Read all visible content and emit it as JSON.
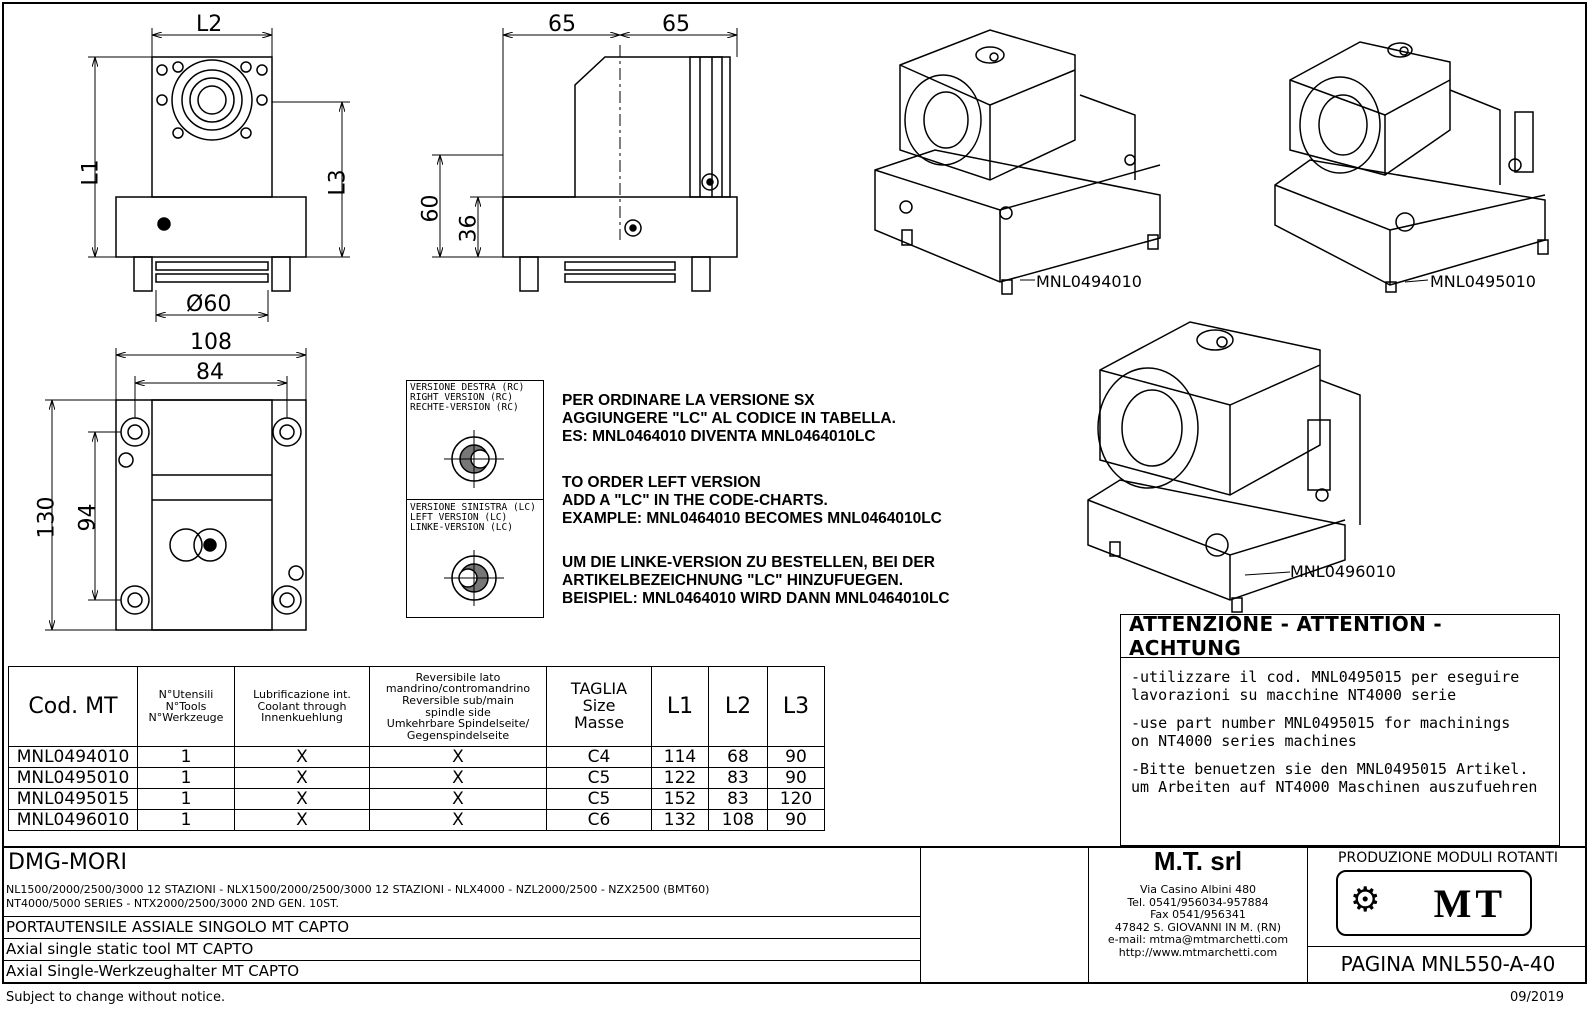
{
  "dimensions": {
    "l2": "L2",
    "l1": "L1",
    "l3": "L3",
    "d60": "Ø60",
    "w65a": "65",
    "w65b": "65",
    "h60": "60",
    "h36": "36",
    "w108": "108",
    "w84": "84",
    "h130": "130",
    "h94": "94"
  },
  "iso_labels": {
    "a": "MNL0494010",
    "b": "MNL0495010",
    "c": "MNL0496010"
  },
  "version_box": {
    "right": "VERSIONE DESTRA (RC)\nRIGHT VERSION (RC)\nRECHTE-VERSION (RC)",
    "left": "VERSIONE SINISTRA (LC)\nLEFT VERSION (LC)\nLINKE-VERSION (LC)"
  },
  "order_text": {
    "it": "PER ORDINARE LA VERSIONE SX\nAGGIUNGERE \"LC\" AL CODICE IN TABELLA.\nES: MNL0464010 DIVENTA MNL0464010LC",
    "en": "TO ORDER LEFT VERSION\nADD A \"LC\" IN THE CODE-CHARTS.\nEXAMPLE: MNL0464010 BECOMES MNL0464010LC",
    "de": "UM DIE LINKE-VERSION ZU BESTELLEN, BEI DER\nARTIKELBEZEICHNUNG \"LC\" HINZUFUEGEN.\nBEISPIEL: MNL0464010 WIRD DANN MNL0464010LC"
  },
  "attention": {
    "title": "ATTENZIONE - ATTENTION - ACHTUNG",
    "it": "-utilizzare il cod. MNL0495015 per eseguire\n lavorazioni su macchine NT4000 serie",
    "en": "-use part number MNL0495015 for machinings\n on NT4000 series machines",
    "de": "-Bitte benuetzen sie den MNL0495015 Artikel.\n um Arbeiten auf NT4000 Maschinen auszufuehren"
  },
  "table": {
    "headers": {
      "code": "Cod. MT",
      "tools": "N°Utensili\nN°Tools\nN°Werkzeuge",
      "coolant": "Lubrificazione int.\nCoolant through\nInnenkuehlung",
      "reversible": "Reversibile lato\nmandrino/contromandrino\nReversible sub/main\nspindle side\nUmkehrbare Spindelseite/\nGegenspindelseite",
      "size": "TAGLIA\nSize\nMasse",
      "l1": "L1",
      "l2": "L2",
      "l3": "L3"
    },
    "rows": [
      {
        "code": "MNL0494010",
        "tools": "1",
        "coolant": "X",
        "reversible": "X",
        "size": "C4",
        "l1": "114",
        "l2": "68",
        "l3": "90"
      },
      {
        "code": "MNL0495010",
        "tools": "1",
        "coolant": "X",
        "reversible": "X",
        "size": "C5",
        "l1": "122",
        "l2": "83",
        "l3": "90"
      },
      {
        "code": "MNL0495015",
        "tools": "1",
        "coolant": "X",
        "reversible": "X",
        "size": "C5",
        "l1": "152",
        "l2": "83",
        "l3": "120"
      },
      {
        "code": "MNL0496010",
        "tools": "1",
        "coolant": "X",
        "reversible": "X",
        "size": "C6",
        "l1": "132",
        "l2": "108",
        "l3": "90"
      }
    ]
  },
  "title_block": {
    "brand": "DMG-MORI",
    "machines1": "NL1500/2000/2500/3000 12 STAZIONI - NLX1500/2000/2500/3000 12 STAZIONI - NLX4000 - NZL2000/2500 - NZX2500 (BMT60)",
    "machines2": "NT4000/5000 SERIES - NTX2000/2500/3000 2ND GEN. 10ST.",
    "desc_it": "PORTAUTENSILE ASSIALE SINGOLO MT CAPTO",
    "desc_en": "Axial single static tool MT CAPTO",
    "desc_de": "Axial Single-Werkzeughalter MT CAPTO",
    "company": "M.T. srl",
    "address": "Via Casino Albini 480\nTel. 0541/956034-957884\nFax 0541/956341\n47842 S. GIOVANNI IN M. (RN)\ne-mail: mtma@mtmarchetti.com\nhttp://www.mtmarchetti.com",
    "production": "PRODUZIONE MODULI ROTANTI",
    "logo_text": "MT",
    "page": "PAGINA MNL550-A-40"
  },
  "footer": {
    "notice": "Subject to change without notice.",
    "date": "09/2019"
  }
}
